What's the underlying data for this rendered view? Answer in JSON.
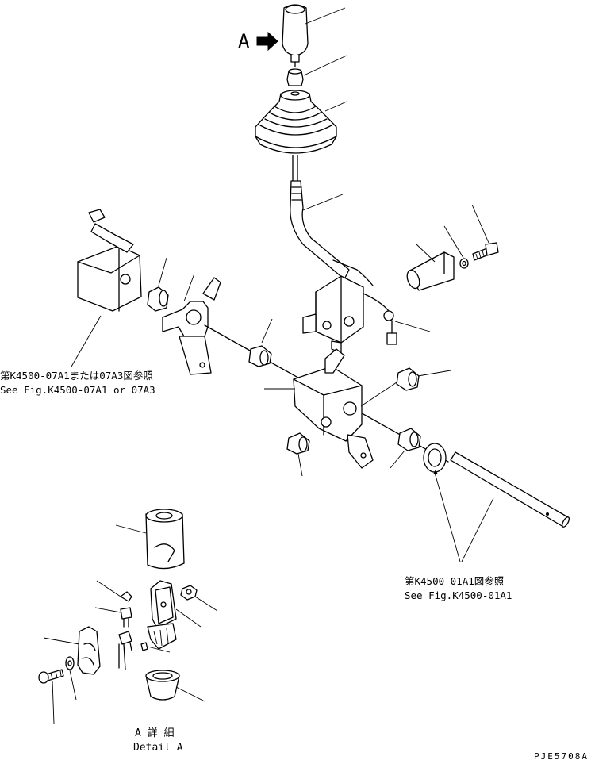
{
  "view_label": "A",
  "refs": {
    "ref_07a_jp": "第K4500-07A1または07A3図参照",
    "ref_07a_en": "See Fig.K4500-07A1 or 07A3",
    "ref_01a_jp": "第K4500-01A1図参照",
    "ref_01a_en": "See Fig.K4500-01A1"
  },
  "detail": {
    "jp": "A 詳 細",
    "en": "Detail A"
  },
  "drawing_code": "PJE5708A"
}
